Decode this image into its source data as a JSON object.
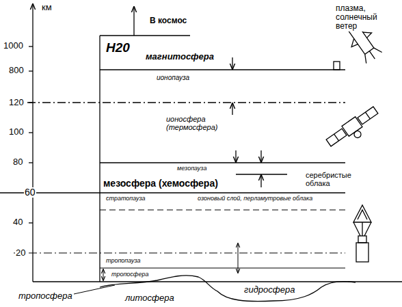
{
  "diagram": {
    "labels": [
      "км",
      "1000",
      "800",
      "120",
      "100",
      "80",
      "60",
      "40",
      "20",
      "В космос",
      "H20",
      "магнитосфера",
      "плазма, солнечный ветер",
      "ионопауза",
      "ионосфера (термосфера)",
      "мезопауза",
      "серебристые облака",
      "мезосфера (хемосфера)",
      "стратопауза",
      "озоновый слой, перламутровые облака",
      "тропопауза",
      "тропосфера",
      "тропосфера",
      "литосфера",
      "гидросфера"
    ]
  }
}
